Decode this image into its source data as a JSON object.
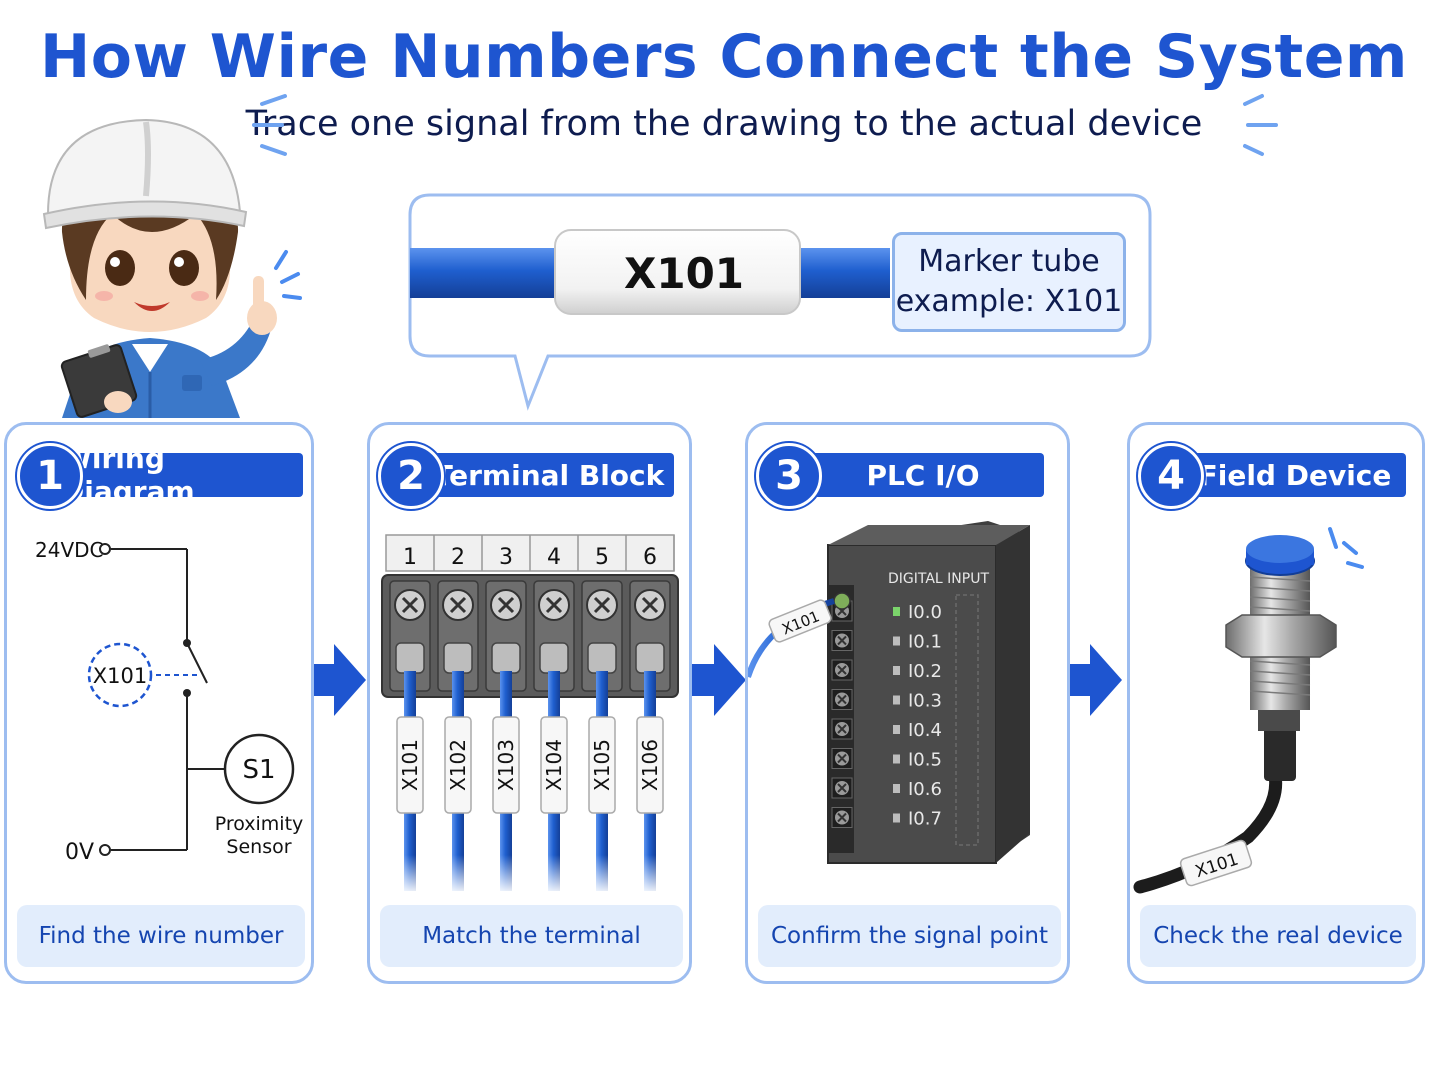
{
  "header": {
    "title": "How Wire Numbers Connect the System",
    "subtitle": "Trace one signal from the drawing to the actual device"
  },
  "callout": {
    "marker_text": "X101",
    "label_line1": "Marker tube",
    "label_line2": "example: X101"
  },
  "steps": [
    {
      "number": "1",
      "title": "Wiring Diagram",
      "caption": "Find the wire number"
    },
    {
      "number": "2",
      "title": "Terminal Block",
      "caption": "Match the terminal"
    },
    {
      "number": "3",
      "title": "PLC I/O",
      "caption": "Confirm the signal point"
    },
    {
      "number": "4",
      "title": "Field Device",
      "caption": "Check the real device"
    }
  ],
  "wiring_diagram": {
    "supply_label": "24VDC",
    "ground_label": "0V",
    "wire_label": "X101",
    "sensor_id": "S1",
    "sensor_line1": "Proximity",
    "sensor_line2": "Sensor"
  },
  "terminal_block": {
    "terminals": [
      "1",
      "2",
      "3",
      "4",
      "5",
      "6"
    ],
    "wire_markers": [
      "X101",
      "X102",
      "X103",
      "X104",
      "X105",
      "X106"
    ]
  },
  "plc": {
    "module_label": "DIGITAL INPUT",
    "inputs": [
      "I0.0",
      "I0.1",
      "I0.2",
      "I0.3",
      "I0.4",
      "I0.5",
      "I0.6",
      "I0.7"
    ],
    "wire_marker": "X101"
  },
  "field_device": {
    "wire_marker": "X101"
  },
  "colors": {
    "accent": "#1e55d0",
    "wire": "#1f5fcf",
    "panel_border": "#9dbdf0",
    "caption_bg": "#e2edfc"
  }
}
